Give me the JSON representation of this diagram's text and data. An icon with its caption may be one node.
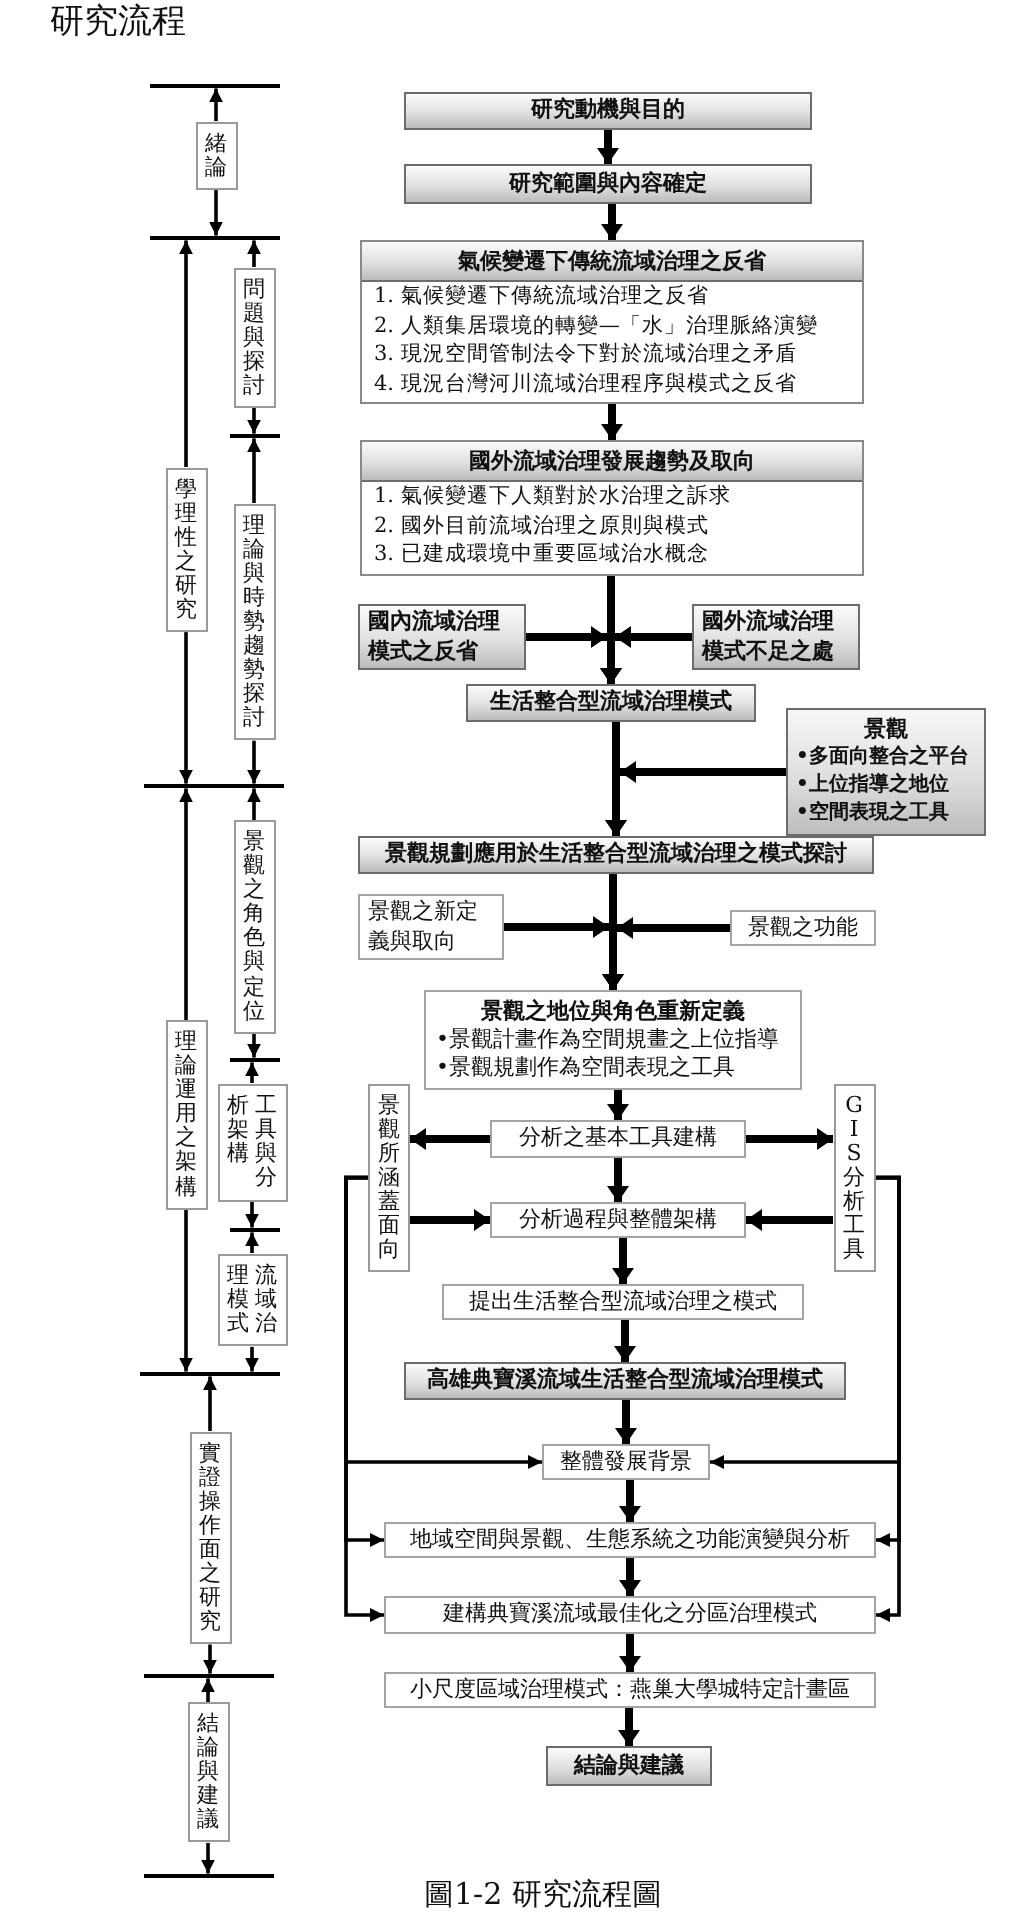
{
  "diagram": {
    "title": "研究流程",
    "caption": "圖1-2 研究流程圖",
    "nodes": [
      {
        "text": [
          "研究動機與目的"
        ]
      },
      {
        "text": [
          "研究範圍與內容確定"
        ]
      },
      {
        "text": [
          "氣候變遷下傳統流域治理之反省",
          "1. 氣候變遷下傳統流域治理之反省",
          "2. 人類集居環境的轉變—「水」治理脈絡演變",
          "3. 現況空間管制法令下對於流域治理之矛盾",
          "4. 現況台灣河川流域治理程序與模式之反省"
        ]
      },
      {
        "text": [
          "國外流域治理發展趨勢及取向",
          "1. 氣候變遷下人類對於水治理之訴求",
          "2. 國外目前流域治理之原則與模式",
          "3. 已建成環境中重要區域治水概念"
        ]
      },
      {
        "text": [
          "國內流域治理模式之反省"
        ]
      },
      {
        "text": [
          "國外流域治理模式不足之處"
        ]
      },
      {
        "text": [
          "生活整合型流域治理模式"
        ]
      },
      {
        "text": [
          "景觀",
          "•多面向整合之平台",
          "•上位指導之地位",
          "•空間表現之工具"
        ]
      },
      {
        "text": [
          "景觀規劃應用於生活整合型流域治理之模式探討"
        ]
      },
      {
        "text": [
          "景觀之新定義與取向"
        ]
      },
      {
        "text": [
          "景觀之功能"
        ]
      },
      {
        "text": [
          "景觀之地位與角色重新定義",
          "•景觀計畫作為空間規畫之上位指導",
          "•景觀規劃作為空間表現之工具"
        ]
      },
      {
        "text": [
          "分析之基本工具建構"
        ]
      },
      {
        "text": [
          "景觀所涵蓋面向"
        ]
      },
      {
        "text": [
          "GIS分析工具"
        ]
      },
      {
        "text": [
          "分析過程與整體架構"
        ]
      },
      {
        "text": [
          "提出生活整合型流域治理之模式"
        ]
      },
      {
        "text": [
          "高雄典寶溪流域生活整合型流域治理模式"
        ]
      },
      {
        "text": [
          "整體發展背景"
        ]
      },
      {
        "text": [
          "地域空間與景觀、生態系統之功能演變與分析"
        ]
      },
      {
        "text": [
          "建構典寶溪流域最佳化之分區治理模式"
        ]
      },
      {
        "text": [
          "小尺度區域治理模式：燕巢大學城特定計畫區"
        ]
      },
      {
        "text": [
          "結論與建議"
        ]
      },
      {
        "text": [
          "緒論"
        ]
      },
      {
        "text": [
          "問題與探討"
        ]
      },
      {
        "text": [
          "學理性之研究"
        ]
      },
      {
        "text": [
          "理論與時勢趨勢探討"
        ]
      },
      {
        "text": [
          "景觀之角色與定位"
        ]
      },
      {
        "text": [
          "理論運用之架構"
        ]
      },
      {
        "text": [
          "工具與分析架構"
        ]
      },
      {
        "text": [
          "流域治理模式"
        ]
      },
      {
        "text": [
          "實證操作面之研究"
        ]
      },
      {
        "text": [
          "結論與建議"
        ]
      },
      {
        "text": [],
        "shape": "bar"
      },
      {
        "text": [],
        "shape": "bar"
      },
      {
        "text": [],
        "shape": "bar"
      },
      {
        "text": [],
        "shape": "bar"
      },
      {
        "text": [],
        "shape": "bar"
      },
      {
        "text": [],
        "shape": "bar"
      },
      {
        "text": [],
        "shape": "bar"
      },
      {
        "text": [],
        "shape": "bar"
      },
      {
        "text": [],
        "shape": "bar"
      }
    ],
    "edges": [
      {
        "from": 0,
        "to": 1,
        "arrow": "to",
        "style": "thick"
      },
      {
        "from": 1,
        "to": 2,
        "arrow": "to",
        "style": "thick"
      },
      {
        "from": 2,
        "to": 3,
        "arrow": "to",
        "style": "thick"
      },
      {
        "from": 3,
        "to": 6,
        "arrow": "to",
        "style": "thick"
      },
      {
        "from": 4,
        "to": 6,
        "arrow": "to",
        "style": "thick"
      },
      {
        "from": 5,
        "to": 6,
        "arrow": "to",
        "style": "thick"
      },
      {
        "from": 6,
        "to": 8,
        "arrow": "to",
        "style": "thick"
      },
      {
        "from": 7,
        "to": 8,
        "arrow": "to",
        "style": "thick"
      },
      {
        "from": 8,
        "to": 11,
        "arrow": "to",
        "style": "thick"
      },
      {
        "from": 9,
        "to": 11,
        "arrow": "to",
        "style": "thick"
      },
      {
        "from": 10,
        "to": 11,
        "arrow": "to",
        "style": "thick"
      },
      {
        "from": 11,
        "to": 12,
        "arrow": "to",
        "style": "thick"
      },
      {
        "from": 12,
        "to": 13,
        "arrow": "to",
        "style": "thick"
      },
      {
        "from": 12,
        "to": 14,
        "arrow": "to",
        "style": "thick"
      },
      {
        "from": 12,
        "to": 15,
        "arrow": "to",
        "style": "thick"
      },
      {
        "from": 13,
        "to": 15,
        "arrow": "to",
        "style": "thick"
      },
      {
        "from": 14,
        "to": 15,
        "arrow": "to",
        "style": "thick"
      },
      {
        "from": 15,
        "to": 16,
        "arrow": "to",
        "style": "thick"
      },
      {
        "from": 16,
        "to": 17,
        "arrow": "to",
        "style": "thick"
      },
      {
        "from": 17,
        "to": 18,
        "arrow": "to",
        "style": "thick"
      },
      {
        "from": 13,
        "to": 18,
        "arrow": "to"
      },
      {
        "from": 14,
        "to": 18,
        "arrow": "to"
      },
      {
        "from": 18,
        "to": 19,
        "arrow": "to",
        "style": "thick"
      },
      {
        "from": 13,
        "to": 19,
        "arrow": "to"
      },
      {
        "from": 14,
        "to": 19,
        "arrow": "to"
      },
      {
        "from": 19,
        "to": 20,
        "arrow": "to",
        "style": "thick"
      },
      {
        "from": 13,
        "to": 20,
        "arrow": "to"
      },
      {
        "from": 14,
        "to": 20,
        "arrow": "to"
      },
      {
        "from": 20,
        "to": 21,
        "arrow": "to",
        "style": "thick"
      },
      {
        "from": 21,
        "to": 22,
        "arrow": "to",
        "style": "thick"
      },
      {
        "from": 23,
        "to": 33,
        "arrow": "to"
      },
      {
        "from": 23,
        "to": 34,
        "arrow": "to"
      },
      {
        "from": 24,
        "to": 34,
        "arrow": "to"
      },
      {
        "from": 24,
        "to": 35,
        "arrow": "to"
      },
      {
        "from": 25,
        "to": 34,
        "arrow": "to"
      },
      {
        "from": 25,
        "to": 36,
        "arrow": "to"
      },
      {
        "from": 26,
        "to": 35,
        "arrow": "to"
      },
      {
        "from": 26,
        "to": 36,
        "arrow": "to"
      },
      {
        "from": 27,
        "to": 36,
        "arrow": "to"
      },
      {
        "from": 27,
        "to": 37,
        "arrow": "to"
      },
      {
        "from": 28,
        "to": 36,
        "arrow": "to"
      },
      {
        "from": 28,
        "to": 39,
        "arrow": "to"
      },
      {
        "from": 29,
        "to": 37,
        "arrow": "to"
      },
      {
        "from": 29,
        "to": 38,
        "arrow": "to"
      },
      {
        "from": 30,
        "to": 38,
        "arrow": "to"
      },
      {
        "from": 30,
        "to": 39,
        "arrow": "to"
      },
      {
        "from": 31,
        "to": 39,
        "arrow": "to"
      },
      {
        "from": 31,
        "to": 40,
        "arrow": "to"
      },
      {
        "from": 32,
        "to": 40,
        "arrow": "to"
      },
      {
        "from": 32,
        "to": 41,
        "arrow": "to"
      }
    ]
  }
}
